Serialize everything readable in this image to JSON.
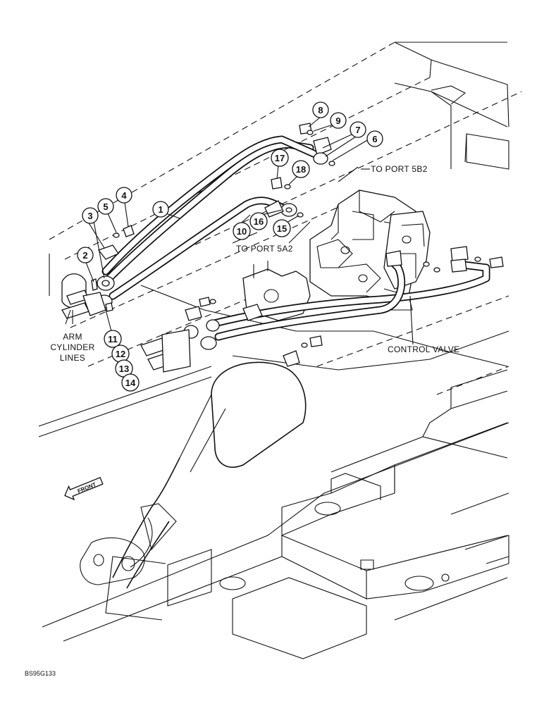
{
  "diagram": {
    "callouts": [
      "1",
      "2",
      "3",
      "4",
      "5",
      "6",
      "7",
      "8",
      "9",
      "10",
      "11",
      "12",
      "13",
      "14",
      "15",
      "16",
      "17",
      "18"
    ],
    "labels": {
      "to_port_5b2": "TO PORT 5B2",
      "to_port_5a2": "TO PORT 5A2",
      "arm_cylinder_line1": "ARM",
      "arm_cylinder_line2": "CYLINDER",
      "arm_cylinder_line3": "LINES",
      "control_valve": "CONTROL VALVE",
      "front": "FRONT"
    },
    "figure_code": "BS95G133"
  }
}
